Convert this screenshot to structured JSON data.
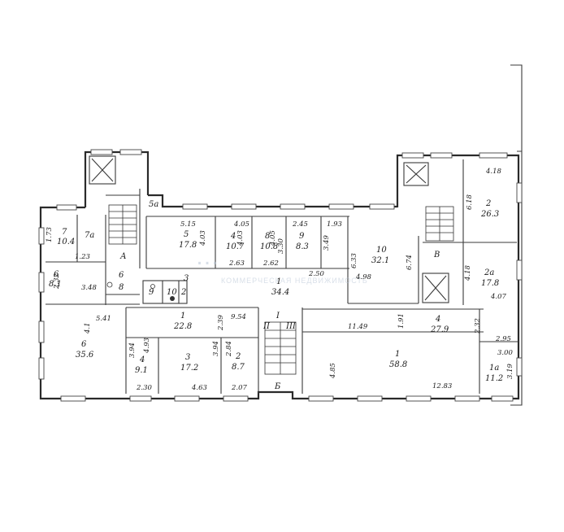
{
  "watermark": {
    "brand": "…",
    "tagline": "КОММЕРЧЕСКАЯ НЕДВИЖИМОСТЬ"
  },
  "rooms": [
    {
      "id": "r-7",
      "num": "7",
      "area": "10.4"
    },
    {
      "id": "r-7a",
      "num": "7a",
      "area": ""
    },
    {
      "id": "r-6-small",
      "num": "6",
      "area": "8.1"
    },
    {
      "id": "r-5",
      "num": "5",
      "area": "17.8"
    },
    {
      "id": "r-4-top",
      "num": "4",
      "area": "10.7"
    },
    {
      "id": "r-8",
      "num": "8",
      "area": "10.8"
    },
    {
      "id": "r-9",
      "num": "9",
      "area": "8.3"
    },
    {
      "id": "r-10",
      "num": "10",
      "area": "32.1"
    },
    {
      "id": "r-2-right",
      "num": "2",
      "area": "26.3"
    },
    {
      "id": "r-2a",
      "num": "2a",
      "area": "17.8"
    },
    {
      "id": "r-1-corridor",
      "num": "1",
      "area": "34.4"
    },
    {
      "id": "r-1-left",
      "num": "1",
      "area": "22.8"
    },
    {
      "id": "r-6-large",
      "num": "6",
      "area": "35.6"
    },
    {
      "id": "r-4-bottom",
      "num": "4",
      "area": "9.1"
    },
    {
      "id": "r-3",
      "num": "3",
      "area": "17.2"
    },
    {
      "id": "r-2-bottom",
      "num": "2",
      "area": "8.7"
    },
    {
      "id": "r-1-large",
      "num": "1",
      "area": "58.8"
    },
    {
      "id": "r-4-right-corridor",
      "num": "4",
      "area": "27.9"
    },
    {
      "id": "r-1a",
      "num": "1a",
      "area": "11.2"
    }
  ],
  "small_labels": [
    "5a",
    "I",
    "II",
    "III",
    "Б",
    "В",
    "А",
    "6",
    "8",
    "9",
    "10",
    "2",
    "3"
  ],
  "dimensions": [
    "5.15",
    "4.03",
    "4.05",
    "4.05",
    "4.03",
    "2.45",
    "1.93",
    "3.49",
    "3.30",
    "2.63",
    "2.62",
    "2.50",
    "1.23",
    "1.73",
    "2.32",
    "3.48",
    "5.41",
    "4.1",
    "4.18",
    "6.18",
    "4.18",
    "4.07",
    "4.98",
    "6.33",
    "6.74",
    "9.54",
    "2.39",
    "11.49",
    "1.91",
    "2.32",
    "2.95",
    "3.00",
    "3.19",
    "4.85",
    "12.83",
    "2.30",
    "4.63",
    "2.07",
    "3.94",
    "2.84",
    "3.94",
    "4.93"
  ]
}
